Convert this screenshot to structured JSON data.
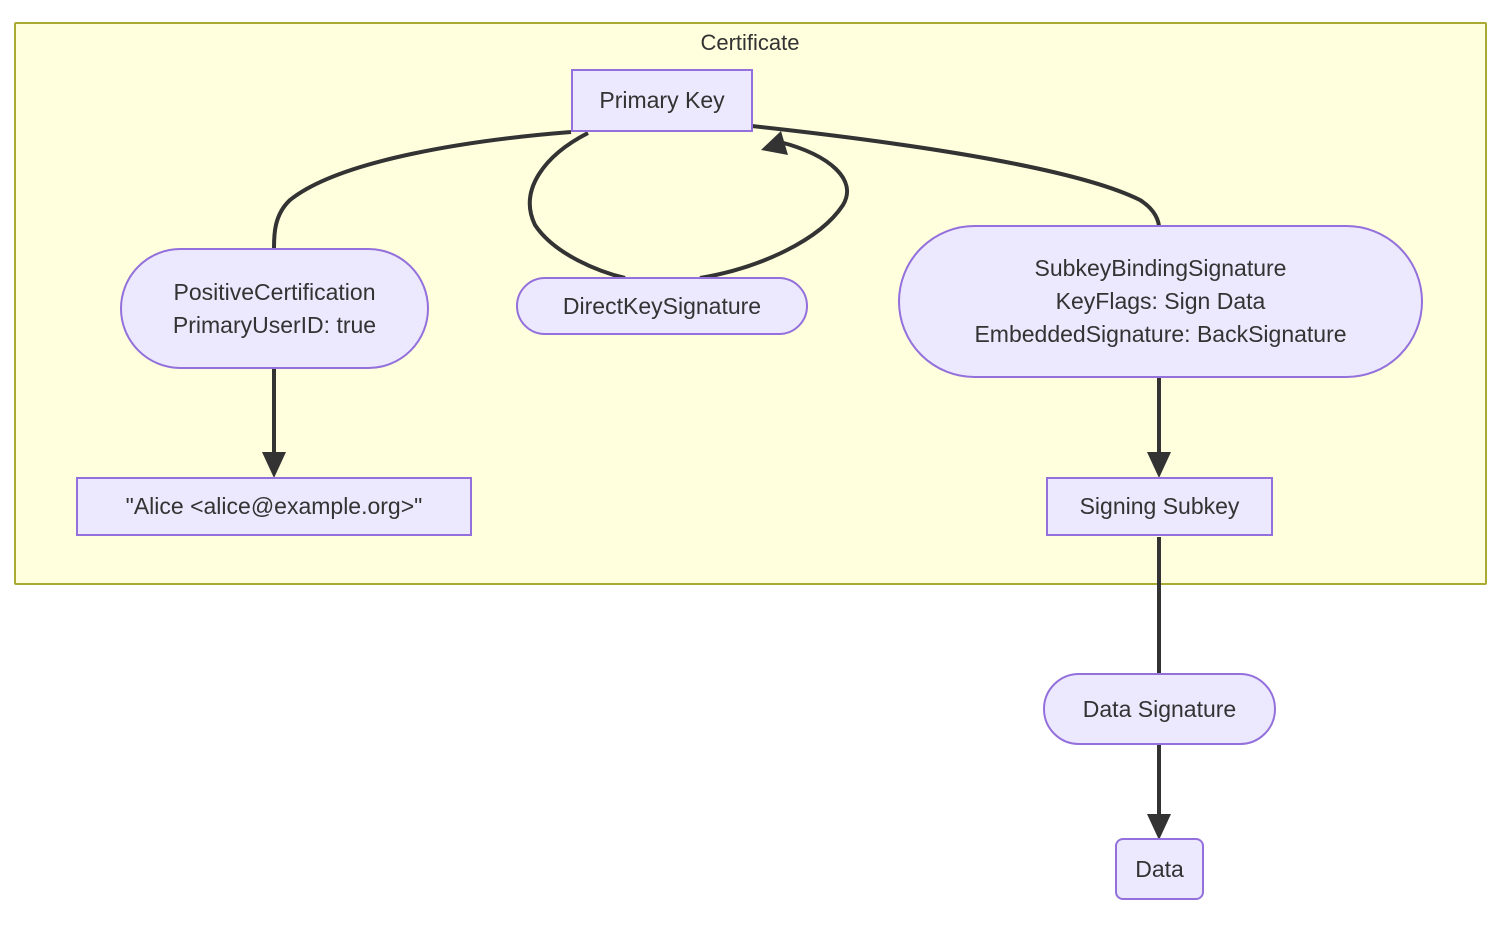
{
  "diagram": {
    "title": "Certificate",
    "type": "flowchart",
    "direction": "top-down",
    "colors": {
      "node_fill": "#ECE8FD",
      "node_stroke": "#9370DB",
      "cluster_fill": "#ffffde",
      "cluster_stroke": "#aaaa33",
      "edge_stroke": "#333333",
      "text": "#333333",
      "background": "#ffffff"
    },
    "cluster": {
      "label": "Certificate"
    },
    "nodes": [
      {
        "id": "primary-key",
        "label": "Primary Key",
        "shape": "rect",
        "inside_cluster": true
      },
      {
        "id": "positive-certification",
        "label": "PositiveCertification\nPrimaryUserID: true",
        "shape": "stadium",
        "inside_cluster": true
      },
      {
        "id": "direct-key-signature",
        "label": "DirectKeySignature",
        "shape": "stadium",
        "inside_cluster": true
      },
      {
        "id": "subkey-binding-signature",
        "label": "SubkeyBindingSignature\nKeyFlags: Sign Data\nEmbeddedSignature: BackSignature",
        "shape": "stadium",
        "inside_cluster": true
      },
      {
        "id": "user-id",
        "label": "\"Alice <alice@example.org>\"",
        "shape": "rect",
        "inside_cluster": true
      },
      {
        "id": "signing-subkey",
        "label": "Signing Subkey",
        "shape": "rect",
        "inside_cluster": true
      },
      {
        "id": "data-signature",
        "label": "Data Signature",
        "shape": "stadium",
        "inside_cluster": false
      },
      {
        "id": "data",
        "label": "Data",
        "shape": "roundrect",
        "inside_cluster": false
      }
    ],
    "edges": [
      {
        "from": "primary-key",
        "to": "positive-certification",
        "arrow": false
      },
      {
        "from": "primary-key",
        "to": "direct-key-signature",
        "arrow": false
      },
      {
        "from": "direct-key-signature",
        "to": "primary-key",
        "arrow": true
      },
      {
        "from": "primary-key",
        "to": "subkey-binding-signature",
        "arrow": false
      },
      {
        "from": "positive-certification",
        "to": "user-id",
        "arrow": true
      },
      {
        "from": "subkey-binding-signature",
        "to": "signing-subkey",
        "arrow": true
      },
      {
        "from": "signing-subkey",
        "to": "data-signature",
        "arrow": false
      },
      {
        "from": "data-signature",
        "to": "data",
        "arrow": true
      }
    ]
  }
}
